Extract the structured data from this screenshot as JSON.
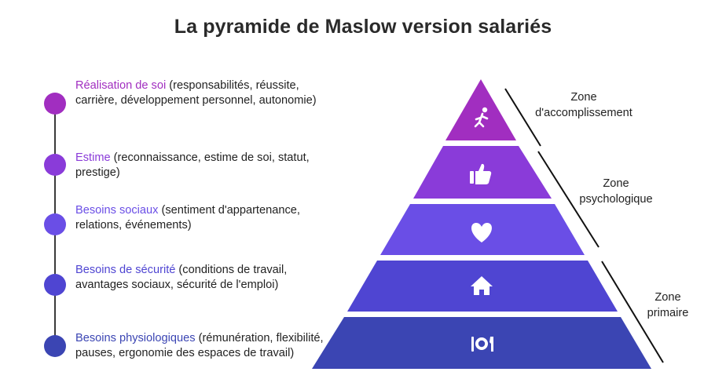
{
  "title": "La pyramide de Maslow version salariés",
  "levels": [
    {
      "name": "Réalisation de soi",
      "desc": " (responsabilités, réussite, carrière, développement personnel, autonomie)",
      "color": "#a12ec0",
      "icon": "running-person-icon"
    },
    {
      "name": "Estime",
      "desc": " (reconnaissance, estime de soi, statut, prestige)",
      "color": "#8a3bd9",
      "icon": "thumbs-up-icon"
    },
    {
      "name": "Besoins sociaux",
      "desc": " (sentiment d'appartenance, relations, événements)",
      "color": "#6a4ee6",
      "icon": "heart-icon"
    },
    {
      "name": "Besoins de sécurité",
      "desc": " (conditions de travail, avantages sociaux, sécurité de l'emploi)",
      "color": "#4f45d2",
      "icon": "house-icon"
    },
    {
      "name": "Besoins physiologiques",
      "desc": " (rémunération, flexibilité, pauses, ergonomie des espaces de travail)",
      "color": "#3b45b3",
      "icon": "plate-cutlery-icon"
    }
  ],
  "zones": [
    {
      "line1": "Zone",
      "line2": "d'accomplissement"
    },
    {
      "line1": "Zone",
      "line2": "psychologique"
    },
    {
      "line1": "Zone",
      "line2": "primaire"
    }
  ],
  "colors": {
    "timeline": "#3b3b3b",
    "text": "#222222",
    "dots": [
      "#a12ec0",
      "#8a3bd9",
      "#6a4ee6",
      "#4f45d2",
      "#3b45b3"
    ],
    "pyramid": [
      "#a12ec0",
      "#8a3bd9",
      "#6a4ee6",
      "#4f45d2",
      "#3b45b3"
    ]
  }
}
